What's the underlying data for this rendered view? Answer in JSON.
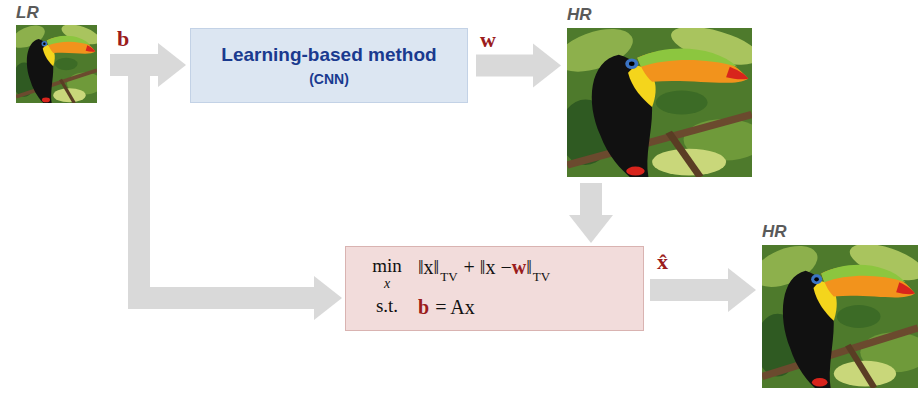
{
  "diagram": {
    "nodes": [
      {
        "text": [
          "LR"
        ]
      },
      {
        "text": [
          "Learning-based method",
          "(CNN)"
        ]
      },
      {
        "text": [
          "HR"
        ]
      },
      {
        "text": [
          "min",
          "x",
          "‖x‖",
          "TV",
          "+ ‖x −",
          "w",
          "‖",
          "TV",
          "s.t.",
          "b",
          "= Ax"
        ]
      },
      {
        "text": [
          "HR"
        ]
      }
    ],
    "edges": [
      {
        "from": 0,
        "to": 1,
        "label": "b",
        "arrow": "to"
      },
      {
        "from": 0,
        "to": 3,
        "arrow": "to"
      },
      {
        "from": 1,
        "to": 2,
        "label": "w",
        "arrow": "to"
      },
      {
        "from": 2,
        "to": 3,
        "arrow": "to"
      },
      {
        "from": 3,
        "to": 4,
        "label": "x̂",
        "arrow": "to"
      }
    ]
  }
}
